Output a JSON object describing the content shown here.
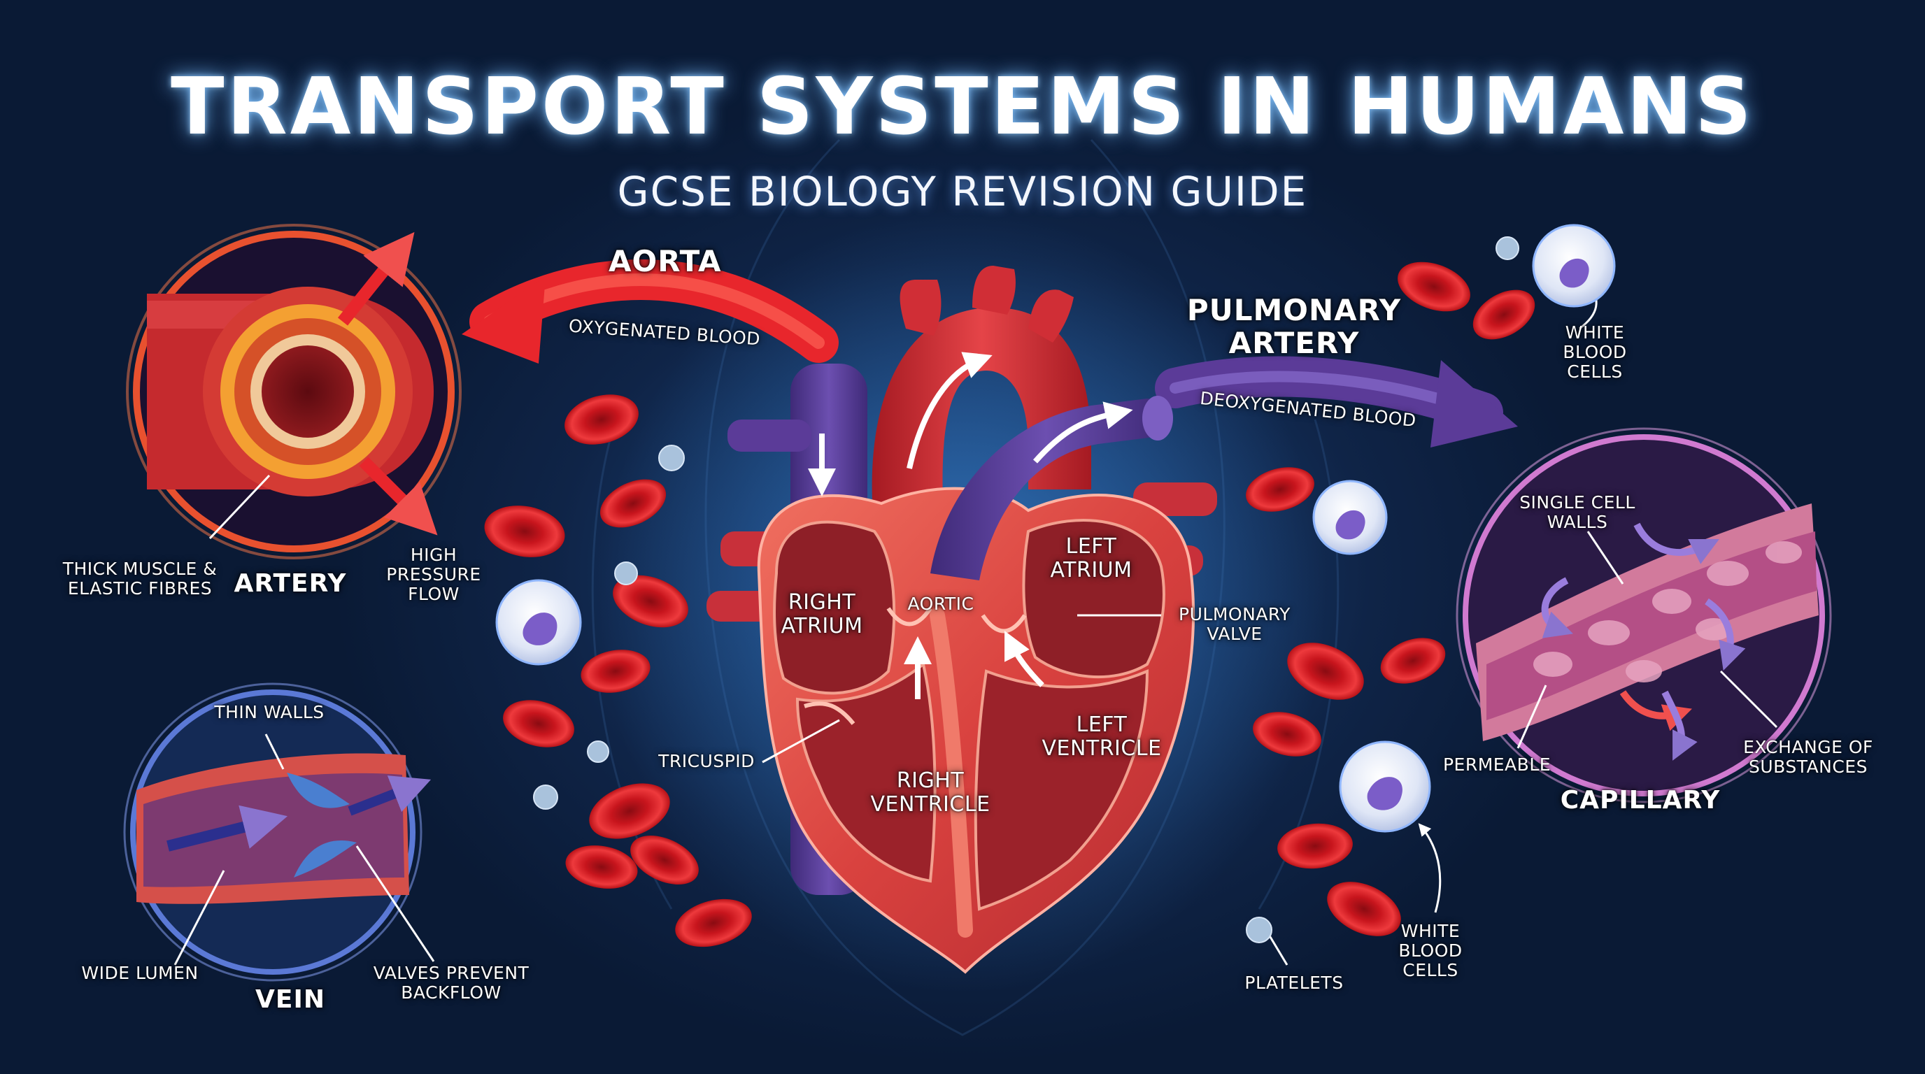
{
  "title": "TRANSPORT SYSTEMS IN HUMANS",
  "subtitle": "GCSE BIOLOGY REVISION GUIDE",
  "colors": {
    "oxygenated": "#e8262c",
    "deoxygenated": "#5b3b98",
    "background": "#0f2447",
    "glow": "#6fb4ff"
  },
  "vessels": {
    "aorta": {
      "label": "AORTA",
      "sublabel": "OXYGENATED BLOOD"
    },
    "pulmonary_artery": {
      "label_line1": "PULMONARY",
      "label_line2": "ARTERY",
      "sublabel": "DEOXYGENATED BLOOD"
    }
  },
  "artery": {
    "title": "ARTERY",
    "label_wall_line1": "THICK MUSCLE &",
    "label_wall_line2": "ELASTIC FIBRES",
    "label_flow_line1": "HIGH",
    "label_flow_line2": "PRESSURE",
    "label_flow_line3": "FLOW"
  },
  "vein": {
    "title": "VEIN",
    "label_walls": "THIN WALLS",
    "label_lumen": "WIDE LUMEN",
    "label_valves_line1": "VALVES PREVENT",
    "label_valves_line2": "BACKFLOW"
  },
  "capillary": {
    "title": "CAPILLARY",
    "label_walls_line1": "SINGLE CELL",
    "label_walls_line2": "WALLS",
    "label_permeable": "PERMEABLE",
    "label_exchange_line1": "EXCHANGE OF",
    "label_exchange_line2": "SUBSTANCES"
  },
  "heart": {
    "right_atrium_line1": "RIGHT",
    "right_atrium_line2": "ATRIUM",
    "left_atrium_line1": "LEFT",
    "left_atrium_line2": "ATRIUM",
    "aortic": "AORTIC",
    "pulmonary_valve_line1": "PULMONARY",
    "pulmonary_valve_line2": "VALVE",
    "tricuspid": "TRICUSPID",
    "right_ventricle_line1": "RIGHT",
    "right_ventricle_line2": "VENTRICLE",
    "left_ventricle_line1": "LEFT",
    "left_ventricle_line2": "VENTRICLE"
  },
  "blood_cells": {
    "wbc_top_line1": "WHITE",
    "wbc_top_line2": "BLOOD",
    "wbc_top_line3": "CELLS",
    "wbc_bottom_line1": "WHITE",
    "wbc_bottom_line2": "BLOOD",
    "wbc_bottom_line3": "CELLS",
    "platelets": "PLATELETS"
  }
}
